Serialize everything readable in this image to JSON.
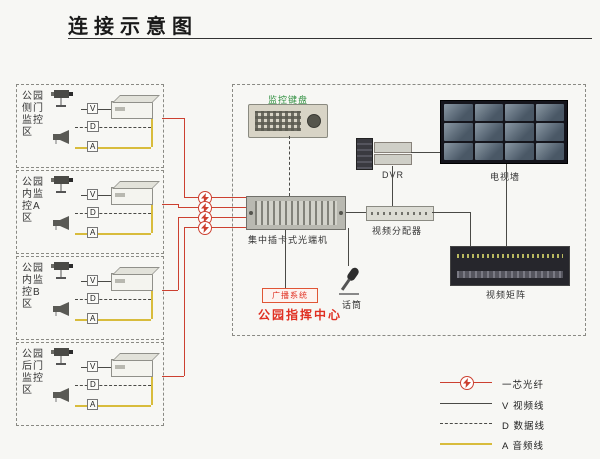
{
  "page": {
    "title": "连接示意图"
  },
  "line_labels": {
    "v": "V",
    "d": "D",
    "a": "A"
  },
  "zones": [
    {
      "label": "公园侧门监控区"
    },
    {
      "label": "公园内监控A区"
    },
    {
      "label": "公园内监控B区"
    },
    {
      "label": "公园后门监控区"
    }
  ],
  "center": {
    "title": "公园指挥中心",
    "keyboard_label": "监控键盘",
    "optical_label": "集中插卡式光端机",
    "distributor_label": "视频分配器",
    "dvr_label": "DVR",
    "tvwall_label": "电视墙",
    "matrix_label": "视频矩阵",
    "broadcast_label": "广播系统",
    "mic_label": "话筒"
  },
  "legend": [
    {
      "label": "一芯光纤"
    },
    {
      "label": "V 视频线"
    },
    {
      "label": "D 数据线"
    },
    {
      "label": "A 音频线"
    }
  ],
  "colors": {
    "fiber_line": "#cc4030",
    "audio_line": "#d8bc3c",
    "accent_red": "#e03022",
    "keyboard_label_green": "#2f8f3f"
  }
}
